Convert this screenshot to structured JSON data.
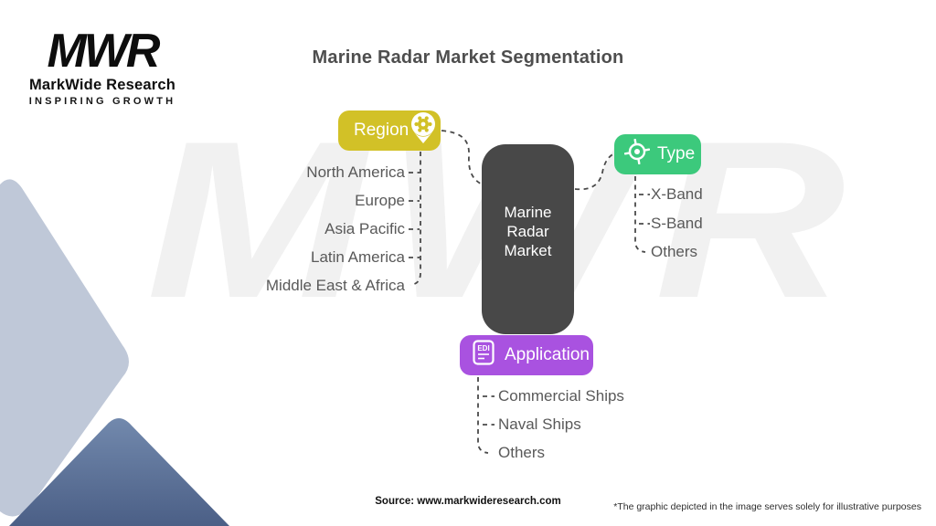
{
  "title": "Marine Radar Market Segmentation",
  "logo": {
    "monogram": "MWR",
    "name": "MarkWide Research",
    "tagline": "INSPIRING GROWTH"
  },
  "watermark": "MWR",
  "center_node": {
    "lines": [
      "Marine",
      "Radar",
      "Market"
    ],
    "color": "#484848"
  },
  "branches": {
    "region": {
      "label": "Region",
      "color": "#d2c127",
      "icon": "location-pin-gear-icon",
      "items": [
        "North America",
        "Europe",
        "Asia Pacific",
        "Latin America",
        "Middle East & Africa"
      ]
    },
    "type": {
      "label": "Type",
      "color": "#3cc97c",
      "icon": "radar-crosshair-icon",
      "items": [
        "X-Band",
        "S-Band",
        "Others"
      ]
    },
    "application": {
      "label": "Application",
      "color": "#a952e0",
      "icon": "edi-document-icon",
      "icon_label": "EDI",
      "items": [
        "Commercial Ships",
        "Naval Ships",
        "Others"
      ]
    }
  },
  "footer": {
    "source": "Source: www.markwideresearch.com",
    "disclaimer": "*The graphic depicted in the image serves solely for illustrative purposes"
  },
  "colors": {
    "background": "#ffffff",
    "title_text": "#4e4e4e",
    "list_text": "#595959",
    "connector": "#4a4a4a",
    "watermark": "#f1f1f1",
    "corner_shape_light": "#bfc8d8",
    "corner_shape_dark_top": "#7289ad",
    "corner_shape_dark_bottom": "#4b5f86"
  }
}
